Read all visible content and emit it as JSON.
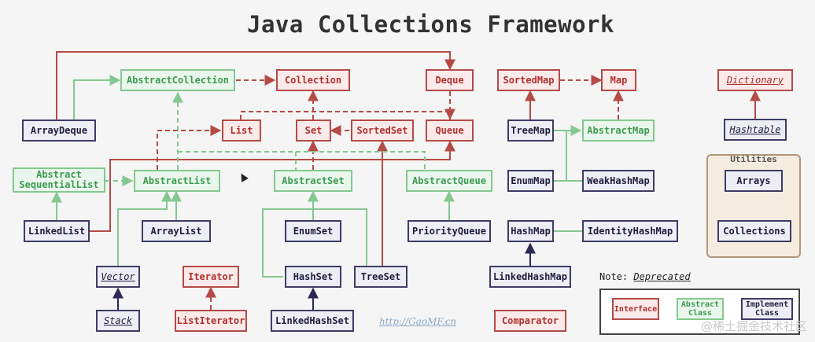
{
  "title": "Java Collections Framework",
  "colors": {
    "interface": "#b54a47",
    "abstract": "#84c890",
    "implement": "#3c3c66",
    "util": "#b2967a"
  },
  "nodes": {
    "deque": "Deque",
    "collection": "Collection",
    "abstract_collection": "AbstractCollection",
    "sorted_map": "SortedMap",
    "map": "Map",
    "dictionary": "Dictionary",
    "array_deque": "ArrayDeque",
    "list": "List",
    "set": "Set",
    "sorted_set": "SortedSet",
    "queue": "Queue",
    "tree_map": "TreeMap",
    "abstract_map": "AbstractMap",
    "hashtable": "Hashtable",
    "abstract_sequential_list_1": "Abstract",
    "abstract_sequential_list_2": "SequentialList",
    "abstract_list": "AbstractList",
    "abstract_set": "AbstractSet",
    "abstract_queue": "AbstractQueue",
    "enum_map": "EnumMap",
    "weak_hash_map": "WeakHashMap",
    "linked_list": "LinkedList",
    "array_list": "ArrayList",
    "enum_set": "EnumSet",
    "priority_queue": "PriorityQueue",
    "hash_map": "HashMap",
    "identity_hash_map": "IdentityHashMap",
    "vector": "Vector",
    "iterator": "Iterator",
    "hash_set": "HashSet",
    "tree_set": "TreeSet",
    "linked_hash_map": "LinkedHashMap",
    "stack": "Stack",
    "list_iterator": "ListIterator",
    "linked_hash_set": "LinkedHashSet",
    "comparator": "Comparator",
    "arrays": "Arrays",
    "collections": "Collections"
  },
  "utilities_label": "Utilities",
  "note": {
    "prefix": "Note: ",
    "deprecated": "Deprecated"
  },
  "legend": {
    "interface": "Interface",
    "abstract_1": "Abstract",
    "abstract_2": "Class",
    "implement_1": "Implement",
    "implement_2": "Class"
  },
  "url": "http://GaoMF.cn",
  "watermark": "@稀土掘金技术社区"
}
